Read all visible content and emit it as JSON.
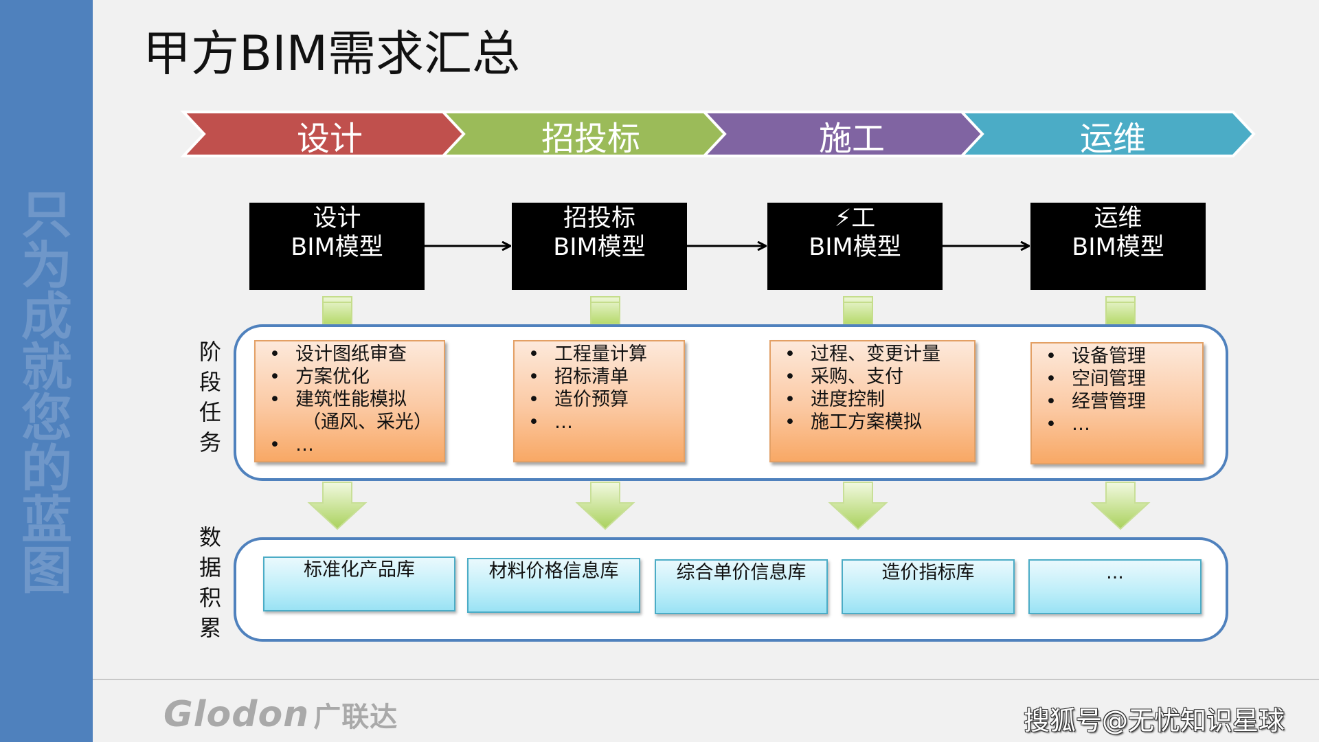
{
  "title": "甲方BIM需求汇总",
  "sidebar_text": [
    "只",
    "为",
    "成",
    "就",
    "您",
    "的",
    "蓝",
    "图"
  ],
  "phases": [
    {
      "label": "设计",
      "color": "#c0504d"
    },
    {
      "label": "招投标",
      "color": "#9bbb59"
    },
    {
      "label": "施工",
      "color": "#8064a2"
    },
    {
      "label": "运维",
      "color": "#4bacc6"
    }
  ],
  "models": [
    {
      "line1": "设计",
      "line2": "BIM模型"
    },
    {
      "line1": "招投标",
      "line2": "BIM模型"
    },
    {
      "line1": "⚡工",
      "line2": "BIM模型"
    },
    {
      "line1": "运维",
      "line2": "BIM模型"
    }
  ],
  "stage_tasks_label": [
    "阶",
    "段",
    "任",
    "务"
  ],
  "tasks": [
    {
      "items": [
        "设计图纸审查",
        "方案优化",
        "建筑性能模拟",
        "（通风、采光）",
        "…"
      ]
    },
    {
      "items": [
        "工程量计算",
        "招标清单",
        "造价预算",
        "…"
      ]
    },
    {
      "items": [
        "过程、变更计量",
        "采购、支付",
        "进度控制",
        "施工方案模拟"
      ]
    },
    {
      "items": [
        "设备管理",
        "空间管理",
        "经营管理",
        "…"
      ]
    }
  ],
  "data_label": [
    "数",
    "据",
    "积",
    "累"
  ],
  "databases": [
    "标准化产品库",
    "材料价格信息库",
    "综合单价信息库",
    "造价指标库",
    "..."
  ],
  "logo": {
    "text": "Glodon",
    "cn": "广联达"
  },
  "watermark": "搜狐号@无忧知识星球"
}
